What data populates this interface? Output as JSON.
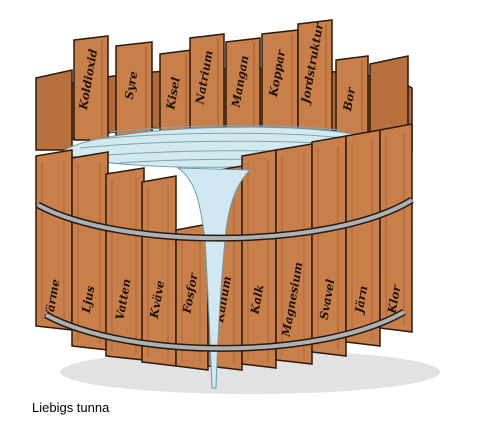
{
  "caption": "Liebigs tunna",
  "back_staves": [
    "Koldioxid",
    "Syre",
    "Kisel",
    "Natrium",
    "Mangan",
    "Koppar",
    "Jordstruktur",
    "Bor"
  ],
  "front_staves": [
    "Värme",
    "Ljus",
    "Vatten",
    "Kväve",
    "Fosfor",
    "Kalium",
    "Kalk",
    "Magnesium",
    "Svavel",
    "Järn",
    "Klor"
  ],
  "colors": {
    "wood": "#c97f4a",
    "wood_dark": "#a45f30",
    "wood_inner": "#b9703f",
    "outline": "#2a1a0e",
    "hoop": "#9aa3a8",
    "water": "#cfe7ef",
    "water_line": "#7fa6b3",
    "shadow": "#d8d8d8"
  }
}
